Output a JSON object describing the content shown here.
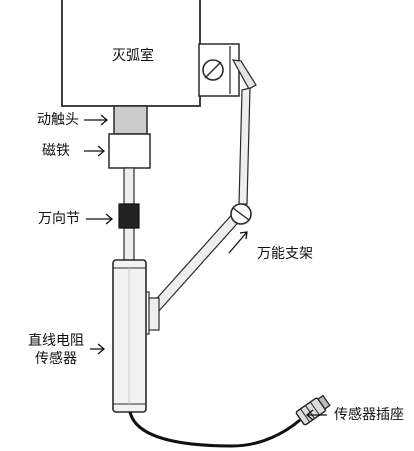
{
  "labels": {
    "arc_chamber": "灭弧室",
    "moving_contact": "动触头",
    "magnet": "磁铁",
    "universal_joint": "万向节",
    "universal_bracket": "万能支架",
    "sensor_line1": "直线电阻",
    "sensor_line2": "传感器",
    "sensor_socket": "传感器插座"
  }
}
